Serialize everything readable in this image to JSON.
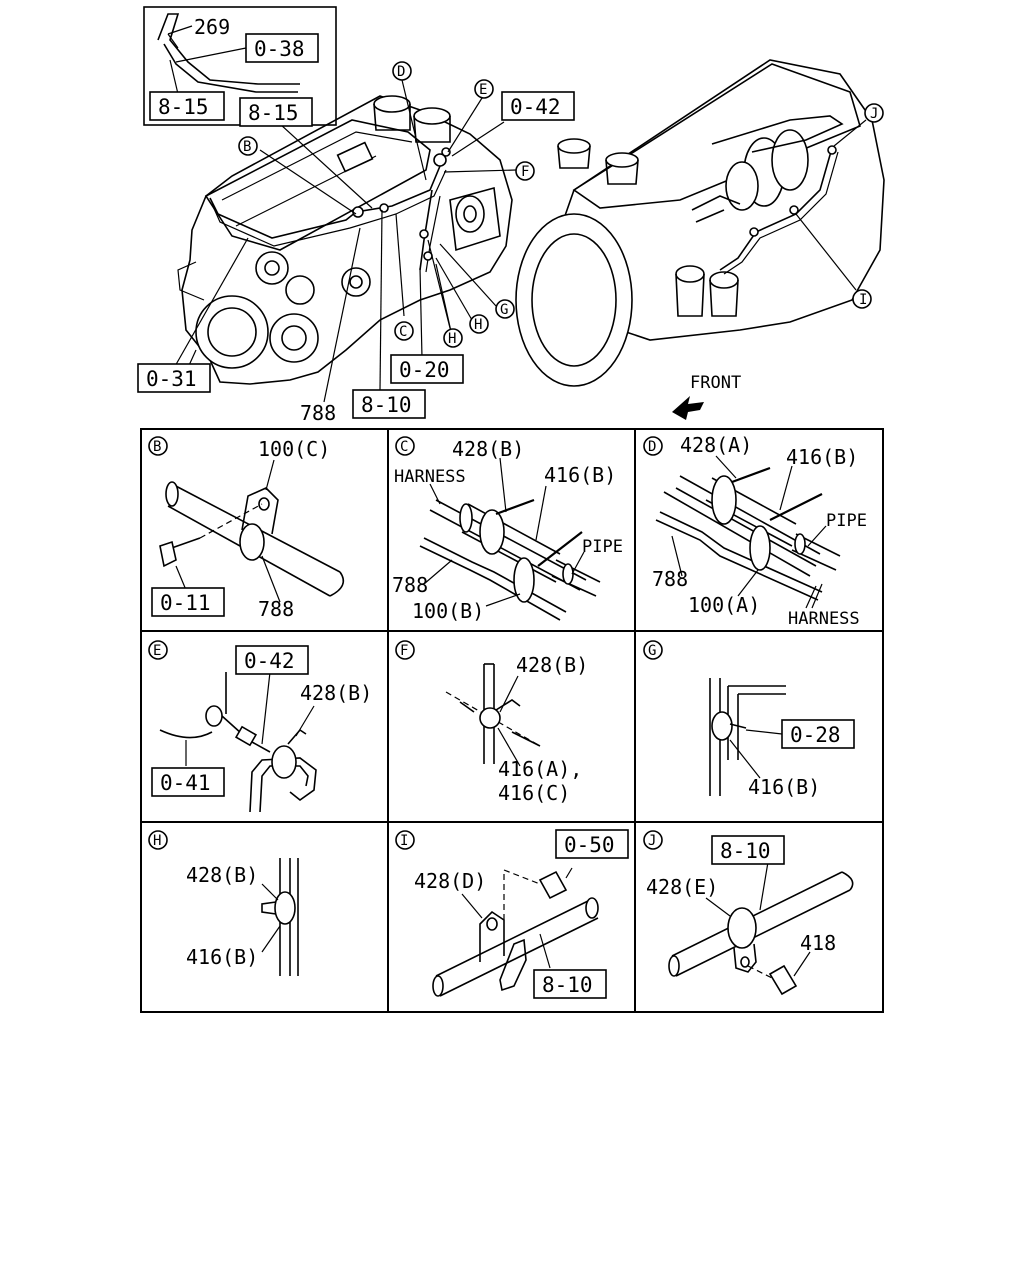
{
  "overview": {
    "labels": {
      "l269": "269",
      "l788": "788",
      "front": "FRONT"
    },
    "refs": {
      "r0_38": "0-38",
      "r8_15a": "8-15",
      "r8_15b": "8-15",
      "r0_42": "0-42",
      "r0_31": "0-31",
      "r0_20": "0-20",
      "r8_10": "8-10"
    },
    "callouts": {
      "B": "B",
      "C": "C",
      "D": "D",
      "E": "E",
      "F": "F",
      "G": "G",
      "H": "H",
      "I": "I",
      "J": "J"
    }
  },
  "details": {
    "B": {
      "letter": "B",
      "p100c": "100(C)",
      "p788": "788",
      "ref": "0-11"
    },
    "C": {
      "letter": "C",
      "harness": "HARNESS",
      "p428b": "428(B)",
      "p416b": "416(B)",
      "pipe": "PIPE",
      "p788": "788",
      "p100b": "100(B)"
    },
    "D": {
      "letter": "D",
      "p428a": "428(A)",
      "p416b": "416(B)",
      "pipe": "PIPE",
      "p788": "788",
      "p100a": "100(A)",
      "harness": "HARNESS"
    },
    "E": {
      "letter": "E",
      "ref1": "0-42",
      "p428b": "428(B)",
      "ref2": "0-41"
    },
    "F": {
      "letter": "F",
      "p428b": "428(B)",
      "p416a": "416(A),",
      "p416c": "416(C)"
    },
    "G": {
      "letter": "G",
      "ref": "0-28",
      "p416b": "416(B)"
    },
    "H": {
      "letter": "H",
      "p428b": "428(B)",
      "p416b": "416(B)"
    },
    "I": {
      "letter": "I",
      "ref1": "0-50",
      "p428d": "428(D)",
      "ref2": "8-10"
    },
    "J": {
      "letter": "J",
      "ref": "8-10",
      "p428e": "428(E)",
      "p418": "418"
    }
  }
}
